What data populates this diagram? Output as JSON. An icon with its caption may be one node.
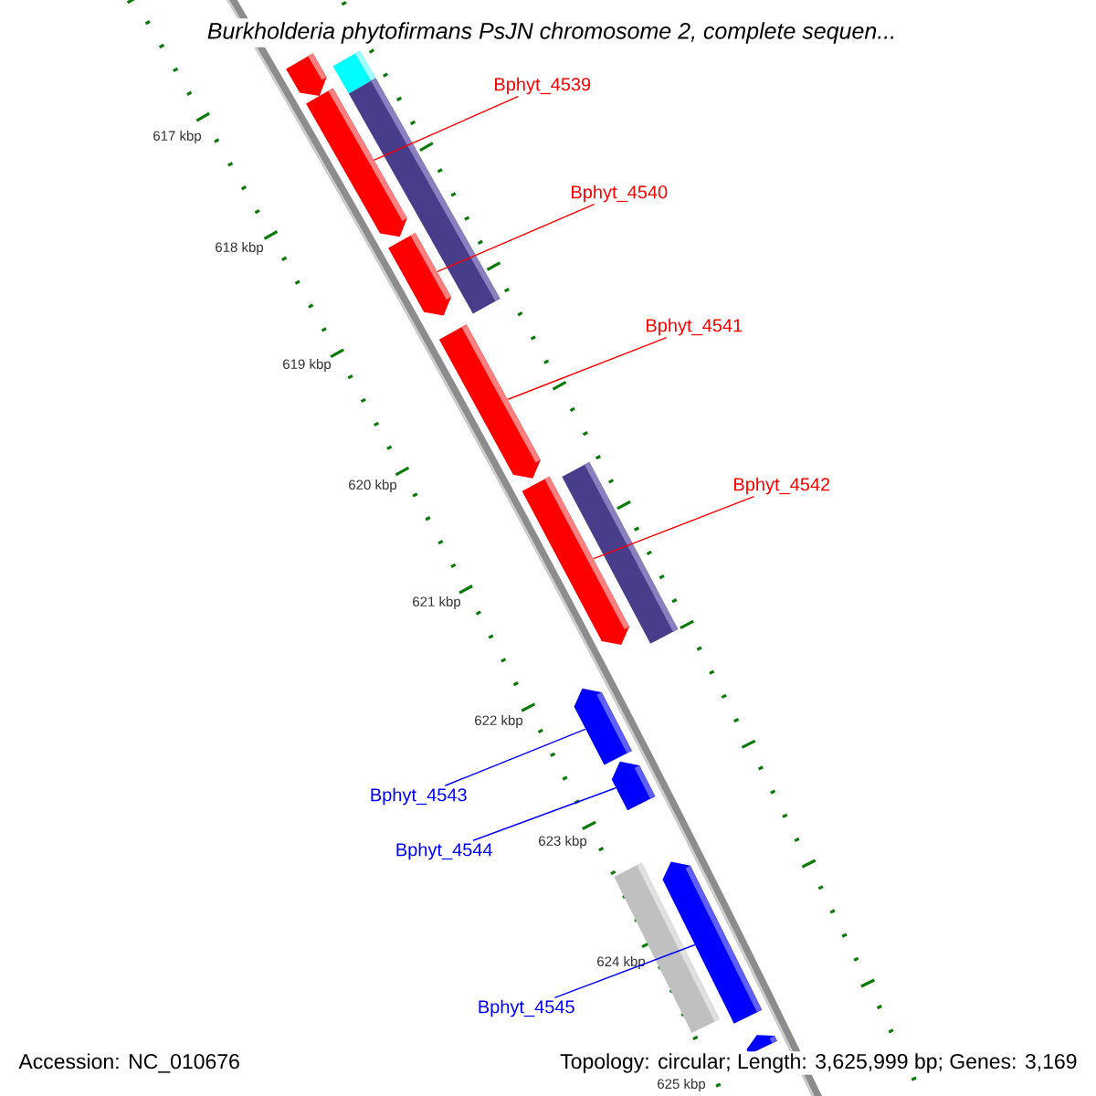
{
  "diagram": {
    "title": "Burkholderia phytofirmans PsJN chromosome 2, complete sequen...",
    "nodes": [
      {
        "text": [
          "Bphyt_4539"
        ]
      },
      {
        "text": [
          "Bphyt_4540"
        ]
      },
      {
        "text": [
          "Bphyt_4541"
        ]
      },
      {
        "text": [
          "Bphyt_4542"
        ]
      },
      {
        "text": [
          "Bphyt_4543"
        ]
      },
      {
        "text": [
          "Bphyt_4544"
        ]
      },
      {
        "text": [
          "Bphyt_4545"
        ]
      },
      {
        "text": [],
        "shape": "pentagon"
      },
      {
        "text": [],
        "shape": "bar"
      },
      {
        "text": [],
        "shape": "pentagon"
      },
      {
        "text": [],
        "shape": "bar"
      },
      {
        "text": [],
        "shape": "pentagon"
      },
      {
        "text": [],
        "shape": "pentagon"
      },
      {
        "text": [],
        "shape": "pentagon"
      },
      {
        "text": [],
        "shape": "bar"
      },
      {
        "text": [],
        "shape": "pentagon"
      },
      {
        "text": [],
        "shape": "pentagon"
      },
      {
        "text": [],
        "shape": "bar"
      },
      {
        "text": [],
        "shape": "pentagon"
      },
      {
        "text": [],
        "shape": "pentagon"
      }
    ],
    "edges": [
      {
        "from": 0,
        "to": 9,
        "arrow": "none"
      },
      {
        "from": 1,
        "to": 11,
        "arrow": "none"
      },
      {
        "from": 2,
        "to": 12,
        "arrow": "none"
      },
      {
        "from": 3,
        "to": 13,
        "arrow": "none"
      },
      {
        "from": 4,
        "to": 15,
        "arrow": "none",
        "color": "#0000ff"
      },
      {
        "from": 5,
        "to": 16,
        "arrow": "none",
        "color": "#0000ff"
      },
      {
        "from": 6,
        "to": 18,
        "arrow": "none",
        "color": "#0000ff"
      }
    ],
    "labels": [
      "617 kbp",
      "618 kbp",
      "619 kbp",
      "620 kbp",
      "621 kbp",
      "622 kbp",
      "623 kbp",
      "624 kbp",
      "625 kbp",
      "Accession: NC_010676",
      "Topology: circular; Length: 3,625,999 bp; Genes: 3,169"
    ]
  }
}
